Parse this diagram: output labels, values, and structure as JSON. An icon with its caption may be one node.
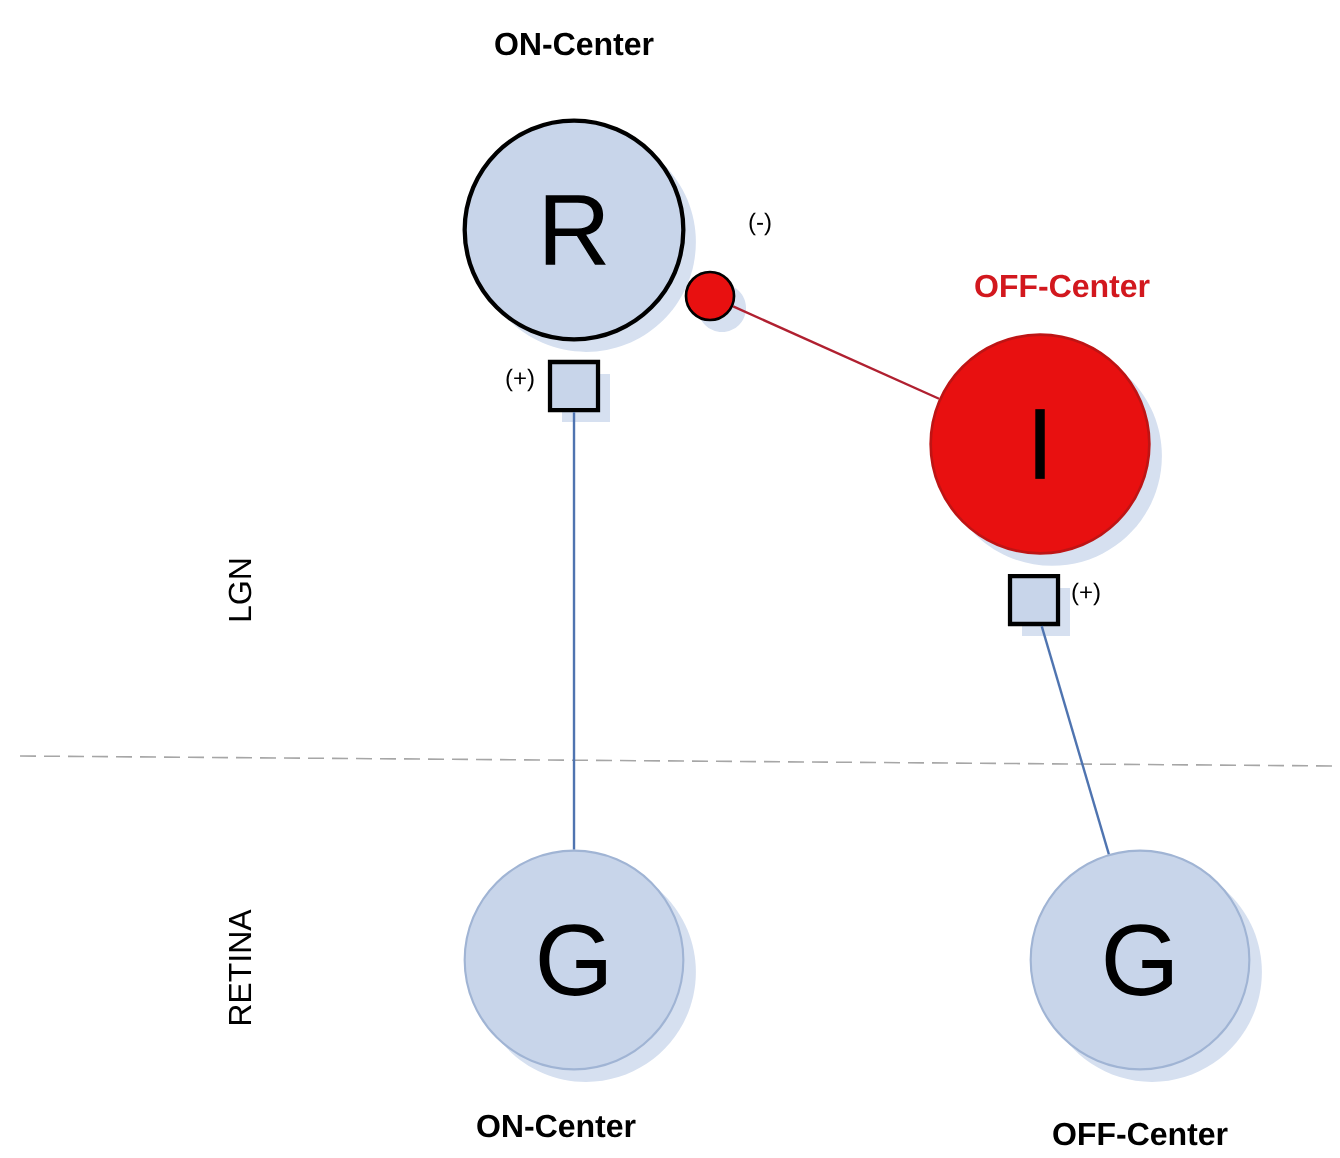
{
  "diagram": {
    "nodes": [
      {
        "text": [
          "R"
        ],
        "beside": [
          "ON-Center"
        ]
      },
      {
        "text": [],
        "shape": "circle",
        "beside": [
          "(-)"
        ]
      },
      {
        "text": [],
        "shape": "box",
        "beside": [
          "(+)"
        ]
      },
      {
        "text": [
          "I"
        ],
        "beside": [
          "OFF-Center"
        ]
      },
      {
        "text": [],
        "shape": "box",
        "beside": [
          "(+)"
        ]
      },
      {
        "text": [
          "G"
        ],
        "beside": [
          "ON-Center"
        ]
      },
      {
        "text": [
          "G"
        ],
        "beside": [
          "OFF-Center"
        ]
      }
    ],
    "edges": [
      {
        "from": 1,
        "to": 3,
        "arrow": "none",
        "color": "#b02030"
      },
      {
        "from": 2,
        "to": 5,
        "arrow": "none"
      },
      {
        "from": 4,
        "to": 6,
        "arrow": "none"
      }
    ],
    "labels": [
      "LGN",
      "RETINA"
    ]
  }
}
